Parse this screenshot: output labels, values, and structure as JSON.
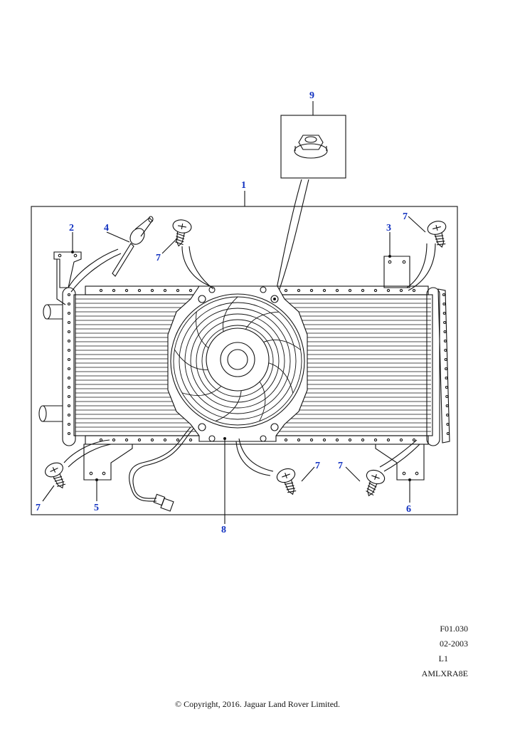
{
  "callouts": {
    "c1": "1",
    "c2": "2",
    "c3": "3",
    "c4": "4",
    "c5": "5",
    "c6": "6",
    "c7a": "7",
    "c7b": "7",
    "c7c": "7",
    "c7d": "7",
    "c7e": "7",
    "c8": "8",
    "c9": "9"
  },
  "meta": {
    "figure_code": "F01.030",
    "date": "02-2003",
    "level": "L1",
    "drawing_id": "AMLXRA8E"
  },
  "copyright": "© Copyright, 2016. Jaguar Land Rover Limited.",
  "colors": {
    "callout": "#1030c0",
    "line": "#111111"
  }
}
